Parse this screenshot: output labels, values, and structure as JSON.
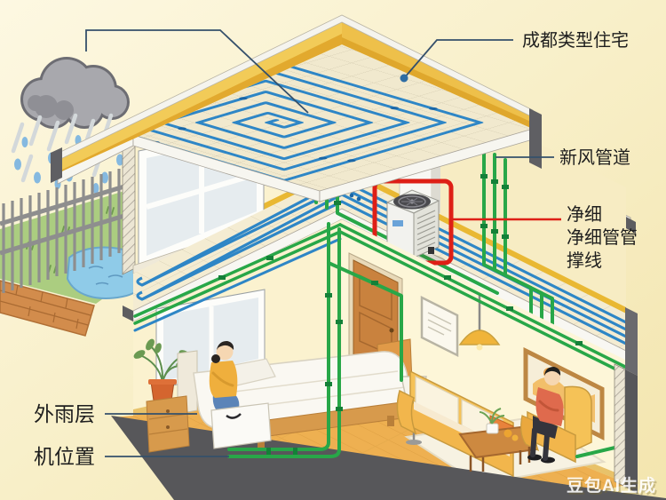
{
  "labels": {
    "residence": {
      "text": "成都类型住宅"
    },
    "fresh_air": {
      "text": "新风管道"
    },
    "purifier": {
      "line1": "净细",
      "line2": "净细管管",
      "line3": "撑线"
    },
    "rain_layer": {
      "text": "外雨层"
    },
    "machine_pos": {
      "text": "机位置"
    }
  },
  "watermark": {
    "text": "豆包AI生成"
  },
  "colors": {
    "background_cream": "#f8efc8",
    "wall_yellow": "#f1cd5f",
    "interior_wall": "#fbf2cf",
    "pipe_blue": "#2e86c6",
    "pipe_green": "#28a748",
    "highlight_red": "#de1f16",
    "leader_blue": "#35506b",
    "cut_gray": "#5d5d60",
    "lawn_green": "#abcd80",
    "pond_blue": "#8fcbe8",
    "brick_orange": "#d28c4c",
    "wood_floor": "#eeb051"
  }
}
